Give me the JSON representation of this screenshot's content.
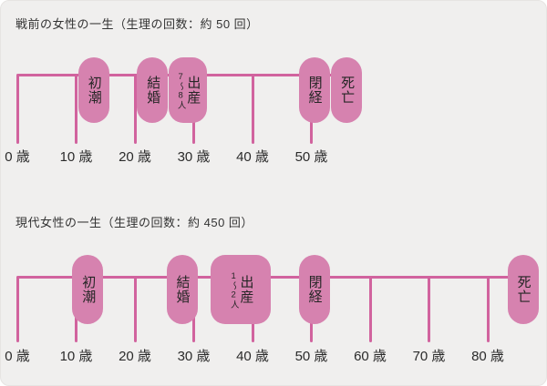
{
  "page": {
    "background_color": "#f0efee",
    "pill_color": "#d682af",
    "line_color": "#d1639e",
    "text_color": "#2b2b2b"
  },
  "timelines": [
    {
      "id": "prewar",
      "title": "戦前の女性の一生（生理の回数：約 50 回）",
      "axis_start_age": 0,
      "axis_end_age": 50,
      "ticks": [
        {
          "age": 0,
          "label": "0 歳"
        },
        {
          "age": 10,
          "label": "10 歳"
        },
        {
          "age": 20,
          "label": "20 歳"
        },
        {
          "age": 30,
          "label": "30 歳"
        },
        {
          "age": 40,
          "label": "40 歳"
        },
        {
          "age": 50,
          "label": "50 歳"
        }
      ],
      "events": [
        {
          "name": "first-period",
          "label": "初潮",
          "age": 13
        },
        {
          "name": "marriage",
          "label": "結婚",
          "age": 23
        },
        {
          "name": "childbirth",
          "label": "出産",
          "sub": "7〜8人",
          "age": 29,
          "pill_width": 42
        },
        {
          "name": "menopause",
          "label": "閉経",
          "age": 50.5
        },
        {
          "name": "death",
          "label": "死亡",
          "age": 56
        }
      ]
    },
    {
      "id": "modern",
      "title": "現代女性の一生（生理の回数：約 450 回）",
      "axis_start_age": 0,
      "axis_end_age": 80,
      "ticks": [
        {
          "age": 0,
          "label": "0 歳"
        },
        {
          "age": 10,
          "label": "10 歳"
        },
        {
          "age": 20,
          "label": "20 歳"
        },
        {
          "age": 30,
          "label": "30 歳"
        },
        {
          "age": 40,
          "label": "40 歳"
        },
        {
          "age": 50,
          "label": "50 歳"
        },
        {
          "age": 60,
          "label": "60 歳"
        },
        {
          "age": 70,
          "label": "70 歳"
        },
        {
          "age": 80,
          "label": "80 歳"
        }
      ],
      "events": [
        {
          "name": "first-period",
          "label": "初潮",
          "age": 12
        },
        {
          "name": "marriage",
          "label": "結婚",
          "age": 28
        },
        {
          "name": "childbirth",
          "label": "出産",
          "sub": "1〜2人",
          "age": 38,
          "pill_width": 66
        },
        {
          "name": "menopause",
          "label": "閉経",
          "age": 50.5
        },
        {
          "name": "death",
          "label": "死亡",
          "age": 86
        }
      ]
    }
  ]
}
